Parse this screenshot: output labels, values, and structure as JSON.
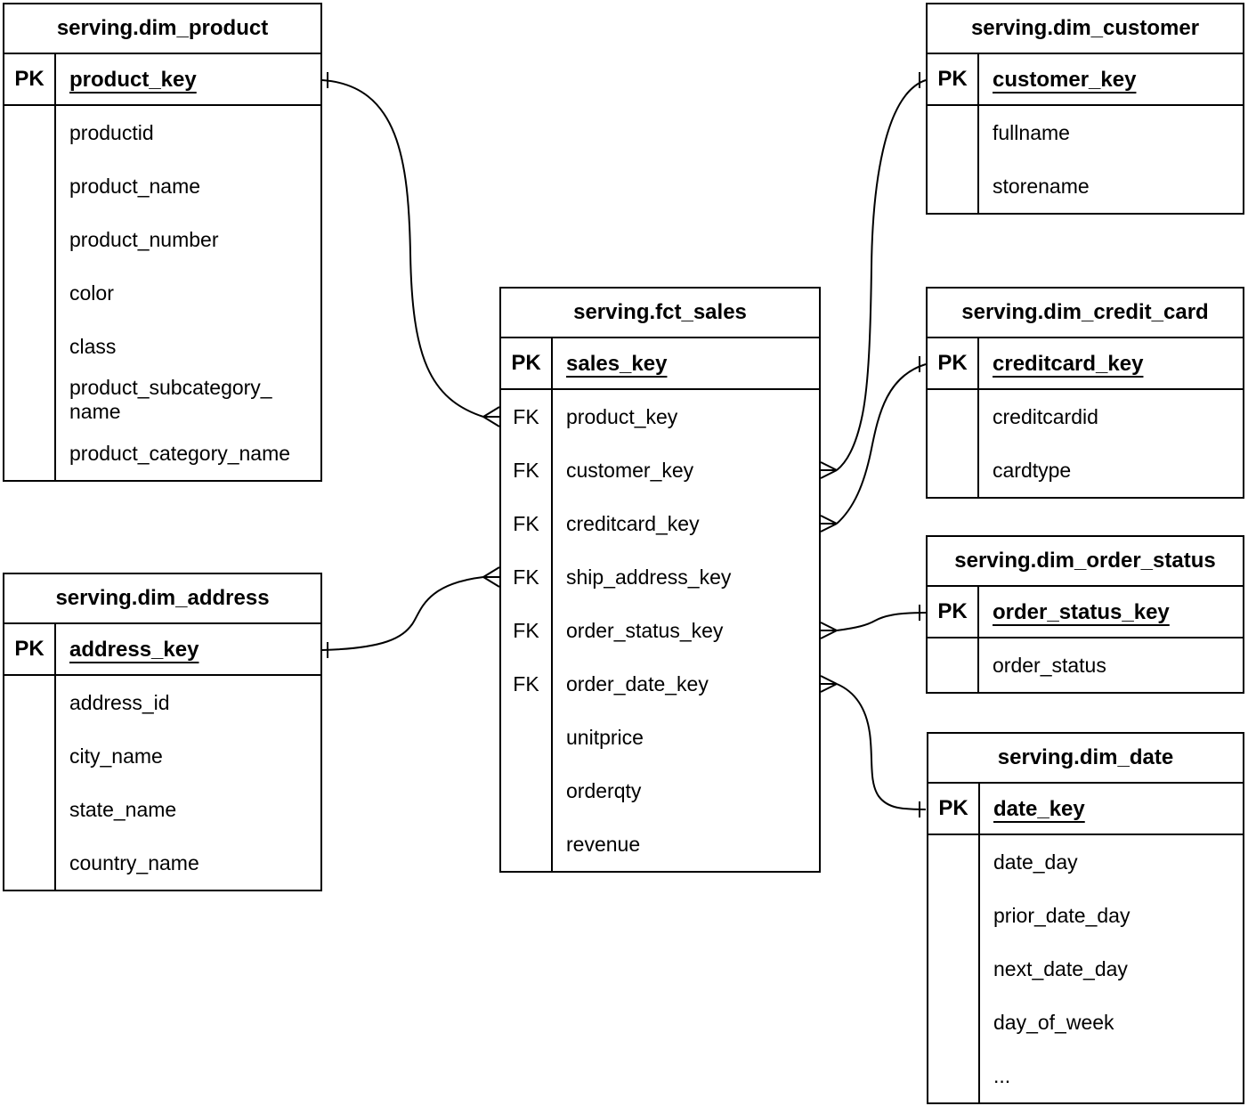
{
  "colors": {
    "line": "#000000",
    "text": "#000000",
    "table_border": "#000000",
    "table_background": "#ffffff",
    "page_background": "#ffffff"
  },
  "tables": {
    "dim_product": {
      "title": "serving.dim_product",
      "pk": {
        "badge": "PK",
        "field": "product_key"
      },
      "fields": [
        "productid",
        "product_name",
        "product_number",
        "color",
        "class",
        "product_subcategory_\nname",
        "product_category_name"
      ]
    },
    "dim_customer": {
      "title": "serving.dim_customer",
      "pk": {
        "badge": "PK",
        "field": "customer_key"
      },
      "fields": [
        "fullname",
        "storename"
      ]
    },
    "fct_sales": {
      "title": "serving.fct_sales",
      "pk": {
        "badge": "PK",
        "field": "sales_key"
      },
      "fields": [
        {
          "badge": "FK",
          "name": "product_key"
        },
        {
          "badge": "FK",
          "name": "customer_key"
        },
        {
          "badge": "FK",
          "name": "creditcard_key"
        },
        {
          "badge": "FK",
          "name": "ship_address_key"
        },
        {
          "badge": "FK",
          "name": "order_status_key"
        },
        {
          "badge": "FK",
          "name": "order_date_key"
        },
        {
          "badge": "",
          "name": "unitprice"
        },
        {
          "badge": "",
          "name": "orderqty"
        },
        {
          "badge": "",
          "name": "revenue"
        }
      ]
    },
    "dim_credit_card": {
      "title": "serving.dim_credit_card",
      "pk": {
        "badge": "PK",
        "field": "creditcard_key"
      },
      "fields": [
        "creditcardid",
        "cardtype"
      ]
    },
    "dim_order_status": {
      "title": "serving.dim_order_status",
      "pk": {
        "badge": "PK",
        "field": "order_status_key"
      },
      "fields": [
        "order_status"
      ]
    },
    "dim_date": {
      "title": "serving.dim_date",
      "pk": {
        "badge": "PK",
        "field": "date_key"
      },
      "fields": [
        "date_day",
        "prior_date_day",
        "next_date_day",
        "day_of_week",
        "..."
      ]
    },
    "dim_address": {
      "title": "serving.dim_address",
      "pk": {
        "badge": "PK",
        "field": "address_key"
      },
      "fields": [
        "address_id",
        "city_name",
        "state_name",
        "country_name"
      ]
    }
  },
  "relationships": [
    {
      "from": {
        "table": "serving.fct_sales",
        "field": "product_key",
        "cardinality": "many"
      },
      "to": {
        "table": "serving.dim_product",
        "field": "product_key",
        "cardinality": "one"
      }
    },
    {
      "from": {
        "table": "serving.fct_sales",
        "field": "customer_key",
        "cardinality": "many"
      },
      "to": {
        "table": "serving.dim_customer",
        "field": "customer_key",
        "cardinality": "one"
      }
    },
    {
      "from": {
        "table": "serving.fct_sales",
        "field": "creditcard_key",
        "cardinality": "many"
      },
      "to": {
        "table": "serving.dim_credit_card",
        "field": "creditcard_key",
        "cardinality": "one"
      }
    },
    {
      "from": {
        "table": "serving.fct_sales",
        "field": "ship_address_key",
        "cardinality": "many"
      },
      "to": {
        "table": "serving.dim_address",
        "field": "address_key",
        "cardinality": "one"
      }
    },
    {
      "from": {
        "table": "serving.fct_sales",
        "field": "order_status_key",
        "cardinality": "many"
      },
      "to": {
        "table": "serving.dim_order_status",
        "field": "order_status_key",
        "cardinality": "one"
      }
    },
    {
      "from": {
        "table": "serving.fct_sales",
        "field": "order_date_key",
        "cardinality": "many"
      },
      "to": {
        "table": "serving.dim_date",
        "field": "date_key",
        "cardinality": "one"
      }
    }
  ]
}
